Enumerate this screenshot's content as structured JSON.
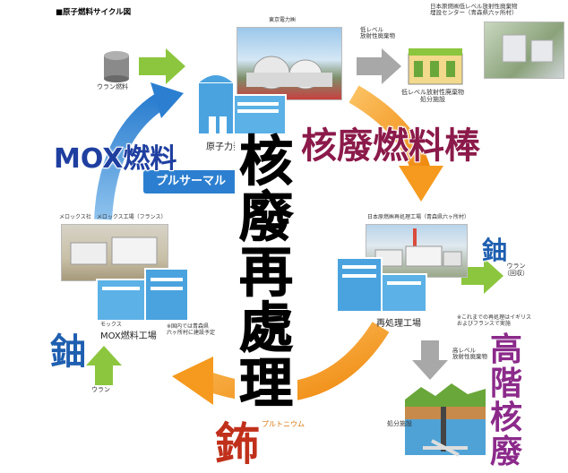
{
  "header": {
    "title": "■原子燃料サイクル図"
  },
  "nodes": {
    "uranium_fuel": "ウラン燃料",
    "nuclear_plant": "原子力発電所",
    "plant_photo_caption": "東京電力㈱",
    "low_level_waste": "低レベル\n放射性廃棄物",
    "low_level_center": "日本原燃㈱低レベル放射性廃棄物\n埋設センター（青森県六ヶ所村）",
    "low_level_disposal": "低レベル放射性廃棄物\n処分施設",
    "reprocessing_photo_caption": "日本原燃㈱再処理工場（青森県六ヶ所村）",
    "reprocessing_plant": "再処理工場",
    "uranium_recovery": "ウラン\n（回収）",
    "reprocess_note": "※これまでの再処理はイギリス\nおよびフランスで実施",
    "high_level_waste": "高レベル\n放射性廃棄物",
    "disposal_facility": "処分施設",
    "mox_photo_caption": "メロックス社　メロックス工場（フランス）",
    "mox_plant_prefix": "モックス",
    "mox_plant": "MOX燃料工場",
    "mox_note": "※国内では青森県\n六ヶ所村に建設予定",
    "uranium_bottom": "ウラン",
    "plutonium_label": "プルトニウム",
    "pluthermal": "プルサーマル"
  },
  "overlays": {
    "mox_fuel": "MOX燃料",
    "spent_fuel_rods": "核廢燃料棒",
    "central": [
      "核",
      "廢",
      "再",
      "處",
      "理"
    ],
    "uranium_left": "鈾",
    "uranium_right": "鈾",
    "high_level": [
      "高",
      "階",
      "核",
      "廢"
    ],
    "plutonium": "鈽"
  },
  "colors": {
    "mox_fuel": "#1f3fa0",
    "spent_rods": "#8b1a4a",
    "uranium_blue": "#1f5fb0",
    "high_level": "#8b2a8a",
    "plutonium": "#c0301a",
    "orange_arrow": "#f59a1e",
    "blue_arrow": "#2c7fd0",
    "green_arrow": "#8cc63e",
    "gray_arrow": "#a8a8a8",
    "building": "#4aa3df"
  }
}
